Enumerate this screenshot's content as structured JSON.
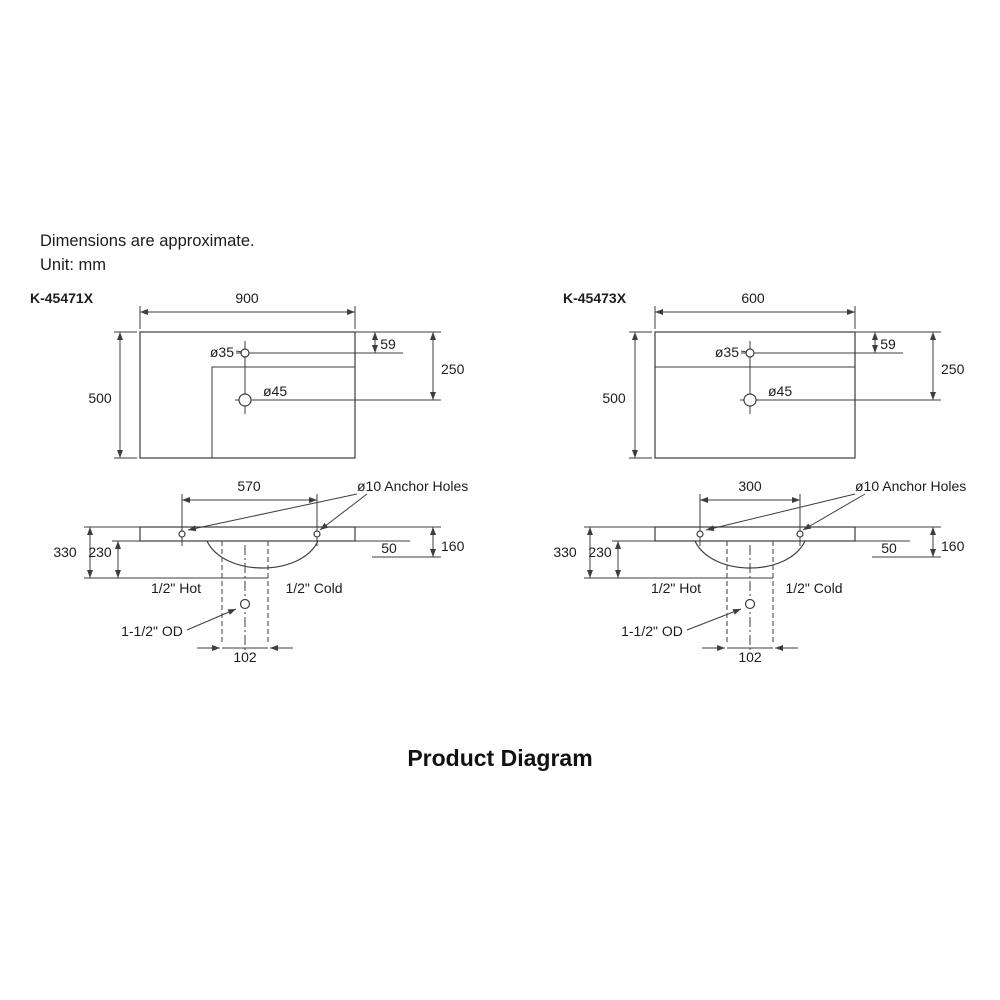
{
  "header": {
    "line1": "Dimensions are approximate.",
    "line2": "Unit: mm"
  },
  "title": "Product Diagram",
  "left": {
    "model": "K-45471X",
    "top": {
      "width": "900",
      "depth": "500",
      "faucet_hole": "ø35",
      "drain_hole": "ø45",
      "faucet_offset": "59",
      "drain_offset": "250"
    },
    "front": {
      "anchor_span": "570",
      "anchor_note": "ø10 Anchor Holes",
      "overall_height": "330",
      "supply_height": "230",
      "front_height": "160",
      "edge_thickness": "50",
      "hot": "1/2\" Hot",
      "cold": "1/2\" Cold",
      "outlet": "1-1/2\" OD",
      "spacing": "102"
    }
  },
  "right": {
    "model": "K-45473X",
    "top": {
      "width": "600",
      "depth": "500",
      "faucet_hole": "ø35",
      "drain_hole": "ø45",
      "faucet_offset": "59",
      "drain_offset": "250"
    },
    "front": {
      "anchor_span": "300",
      "anchor_note": "ø10 Anchor Holes",
      "overall_height": "330",
      "supply_height": "230",
      "front_height": "160",
      "edge_thickness": "50",
      "hot": "1/2\" Hot",
      "cold": "1/2\" Cold",
      "outlet": "1-1/2\" OD",
      "spacing": "102"
    }
  }
}
